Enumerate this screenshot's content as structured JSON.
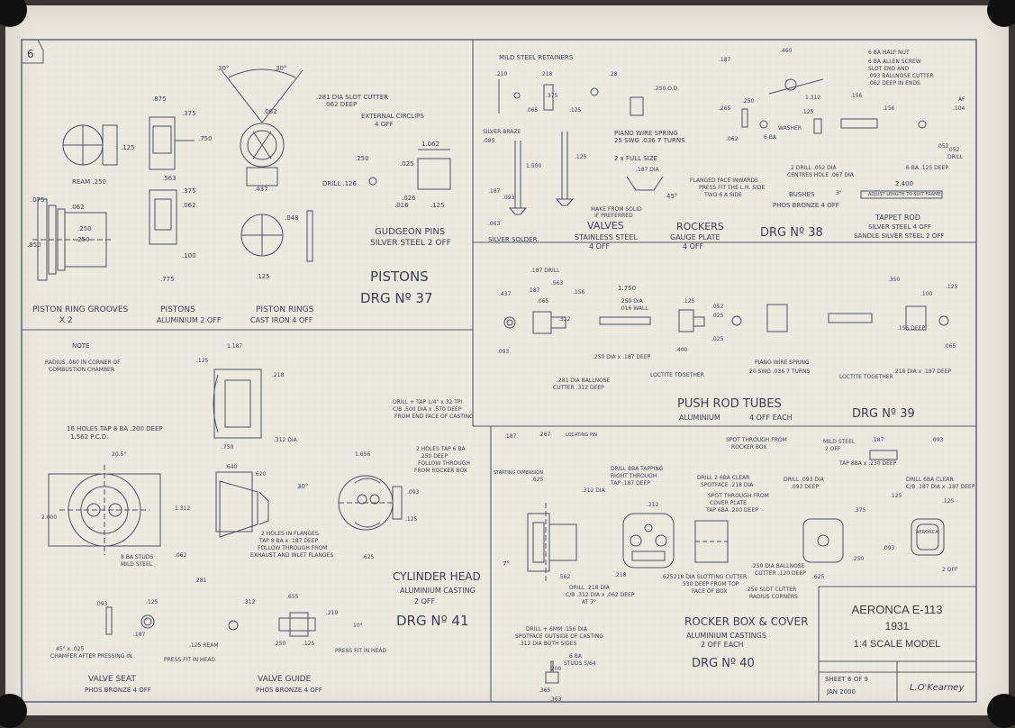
{
  "sheet_number": "6",
  "sections": {
    "pistons": {
      "labels": {
        "ring_grooves": "PISTON RING GROOVES",
        "ring_grooves_qty": "X 2",
        "pistons": "PISTONS",
        "pistons_spec": "ALUMINIUM  2 OFF",
        "rings": "PISTON RINGS",
        "rings_spec": "CAST IRON  4 OFF",
        "gudgeon": "GUDGEON PINS",
        "gudgeon_spec": "SILVER STEEL  2 OFF",
        "circlips": "EXTERNAL CIRCLIPS",
        "circlips_qty": "4 OFF",
        "slot_cutter": ".281 DIA SLOT CUTTER",
        "slot_deep": ".062 DEEP",
        "ream": "REAM .250",
        "drill": "DRILL .126"
      },
      "title": "PISTONS",
      "drg": "DRG Nº 37",
      "dims": [
        "30°",
        "30°",
        ".875",
        ".375",
        ".563",
        ".125",
        ".075",
        ".062",
        ".250",
        ".100",
        ".775",
        ".062",
        ".437",
        ".375",
        ".250",
        ".062",
        ".750",
        ".125",
        ".048",
        "1.062",
        ".025",
        ".026",
        ".016",
        ".125",
        ".250",
        ".850"
      ]
    },
    "valves": {
      "retainers": "MILD STEEL RETAINERS",
      "spring": "PIANO WIRE SPRING",
      "spring_spec": "25 SWG .036  7 TURNS",
      "full_size": "2 x FULL SIZE",
      "solid": "MAKE FROM SOLID",
      "preferred": "IF PREFERRED",
      "silver_solder": "SILVER SOLDER",
      "silver_braze": "SILVER BRAZE",
      "title": "VALVES",
      "spec": "STAINLESS STEEL",
      "qty": "4 OFF",
      "dims": [
        ".210",
        ".218",
        ".28",
        ".250 O.D.",
        ".125",
        ".065",
        ".187 DIA",
        "45°",
        ".375",
        ".093",
        ".085",
        "1.500",
        ".187",
        ".125",
        ".063"
      ]
    },
    "rockers": {
      "title": "ROCKERS",
      "spec": "GAUGE PLATE",
      "qty": "4 OFF",
      "half_nut": "6 BA HALF NUT",
      "allen": "6 BA ALLEN SCREW",
      "slot_end": "SLOT END AND",
      "ballnose": ".093 BALLNOSE CUTTER",
      "deep_ends": ".062 DEEP IN ENDS",
      "washer": "WASHER",
      "ba6": "6 BA",
      "flanged": "FLANGED FACE INWARDS",
      "press_fit": "PRESS FIT THE L.H. SIDE",
      "two_ba": "TWO 6 A SIDE",
      "bushes": "BUSHES",
      "bushes_spec": "PHOS BRONZE  4 OFF",
      "centres": "2 DRILL .052 DIA",
      "centres_hole": "CENTRES HOLE .067 DIA",
      "dims": [
        ".460",
        ".156",
        ".187",
        ".265",
        ".250",
        ".062",
        ".125",
        ".156",
        ".052",
        "2.400",
        ".104"
      ]
    },
    "drg38": "DRG Nº 38",
    "tappet": {
      "title": "TAPPET ROD",
      "spec": "SILVER STEEL  4 OFF",
      "spec2": "SANDLE SILVER STEEL  2 OFF",
      "adjust": "ADJUST LENGTH TO SUIT FRAME",
      "tap": "6 BA  .125 DEEP",
      "drill": "DRILL",
      "dims": [
        "1.312",
        ".052",
        "3\"",
        "AF"
      ]
    },
    "push_rod": {
      "drill": ".187 DRILL",
      "ballnose": ".281 DIA BALLNOSE",
      "cutter": "CUTTER .312 DEEP",
      "loctite": "LOCTITE TOGETHER",
      "loctite2": "LOCTITE TOGETHER",
      "spring": "PIANO WIRE SPRING",
      "spring_spec": "20 SWG .036  7 TURNS",
      "deep1": ".250 DIA x .187 DEEP",
      "deep2": ".218 DIA x .187 DEEP",
      "tube": ".250 DIA",
      "tube_wall": ".016 WALL",
      "title": "PUSH ROD TUBES",
      "spec": "ALUMINIUM",
      "qty": "4 OFF EACH",
      "drg": "DRG Nº 39",
      "dims": [
        ".437",
        ".187",
        ".563",
        ".065",
        ".156",
        "1.750",
        ".125",
        ".312",
        ".052",
        ".025",
        ".025",
        ".400",
        ".350",
        ".100",
        ".125",
        ".065",
        ".156 DEEP",
        ".093"
      ]
    },
    "cylinder": {
      "note": "NOTE",
      "note_text1": "RADIUS .080 IN CORNER OF",
      "note_text2": "COMBUSTION CHAMBER",
      "holes": "16 HOLES TAP 8 BA .200 DEEP",
      "pcd": "1.562 P.C.D.",
      "drill_tap": "DRILL + TAP 1/4\" x 32 TPI",
      "cb": "C/B .500 DIA x .570 DEEP",
      "from_end": "FROM END FACE OF CASTING",
      "two_holes": "2 HOLES TAP 6 BA",
      "deep250": ".250 DEEP",
      "follow": "FOLLOW THROUGH",
      "rocker_box": "FROM ROCKER BOX",
      "flanges": "2 HOLES IN FLANGES",
      "tap": "TAP 8 BA x .187 DEEP",
      "exhaust": "FOLLOW THROUGH FROM",
      "inlet": "EXHAUST AND INLET FLANGES",
      "ba_bolt": "8 BA STUDS",
      "steel": "MILD STEEL",
      "title": "CYLINDER HEAD",
      "spec": "ALUMINIUM CASTING",
      "qty": "2 OFF",
      "drg": "DRG Nº 41",
      "dims": [
        "1.187",
        ".125",
        ".218",
        "20.5°",
        "2.000",
        ".312 DIA",
        ".750",
        ".640",
        ".620",
        "1.312",
        "30°",
        "1.656",
        ".062",
        ".281",
        ".625",
        ".093",
        ".125"
      ]
    },
    "valve_seat": {
      "title": "VALVE SEAT",
      "spec": "PHOS BRONZE  4 OFF",
      "chamfer": "45° x .025",
      "chamfer2": "CHAMFER AFTER PRESSING IN",
      "press": "PRESS FIT IN HEAD",
      "dims": [
        ".093",
        ".125",
        ".187"
      ]
    },
    "valve_guide": {
      "title": "VALVE GUIDE",
      "spec": "PHOS BRONZE  4 OFF",
      "press": "PRESS FIT IN HEAD",
      "ream": ".125 REAM",
      "dims": [
        ".655",
        ".312",
        ".250",
        ".125",
        ".219",
        "10°"
      ]
    },
    "rocker_box": {
      "drill_tapping": "DRILL 8BA TAPPING",
      "right_through": "RIGHT THROUGH",
      "tap_deep": "TAP .187 DEEP",
      "drill_clear": "DRILL 2 6BA CLEAR",
      "spot_face": "SPOTFACE .218 DIA",
      "spot_through": "SPOT THROUGH FROM",
      "cover_plate": "COVER PLATE",
      "tap_6ba": "TAP 6BA .200 DEEP",
      "slotting": ".218 DIA SLOTTING CUTTER",
      "slot_deep": ".530 DEEP FROM TOP",
      "face": "FACE OF BOX",
      "ballnose": ".250 DIA BALLNOSE",
      "ballnose_deep": "CUTTER .120 DEEP",
      "slot_cutter": ".250 SLOT CUTTER",
      "radius": "RADIUS CORNERS",
      "drill_bore": "DRILL .218 DIA",
      "cb_bore": "C/B .312 DIA x .062 DEEP",
      "at": "AT 7°",
      "drill_6mm": "DRILL + 6MM .156 DIA",
      "spotface": "SPOTFACE OUTSIDE OF CASTING",
      "both_sides": ".312 DIA BOTH SIDES",
      "ba6": "6 BA",
      "studs": "STUDS 5/64",
      "locating": "LOCATING PIN",
      "starting": "STARTING DIMENSION",
      "title": "ROCKER BOX & COVER",
      "spec": "ALUMINIUM CASTINGS",
      "qty": "2 OFF EACH",
      "drg": "DRG Nº 40",
      "dims": [
        ".187",
        ".267",
        ".625",
        ".312 DIA",
        ".562",
        "7°",
        ".218",
        ".625",
        ".312",
        ".365",
        ".363",
        ".200"
      ]
    },
    "cover": {
      "steel": "MILD STEEL",
      "qty": "2 OFF",
      "tap": "TAP 8BA x .230 DEEP",
      "spot": "SPOT THROUGH FROM",
      "rocker": "ROCKER BOX",
      "drill": "DRILL .093 DIA",
      "deep": ".093 DEEP",
      "clear": "DRILL 6BA CLEAR",
      "cb": "C/B .187 DIA x .187 DEEP",
      "logo_text": "AERONCA",
      "dims": [
        ".125",
        ".375",
        ".187",
        ".093",
        ".250",
        ".625",
        ".125",
        ".093",
        "2 OFF"
      ]
    }
  },
  "title_block": {
    "name": "AERONCA E-113",
    "year": "1931",
    "scale": "1:4 SCALE MODEL",
    "sheet": "SHEET 6 OF 9",
    "date": "JAN 2000",
    "signature": "L.O'Kearney"
  }
}
